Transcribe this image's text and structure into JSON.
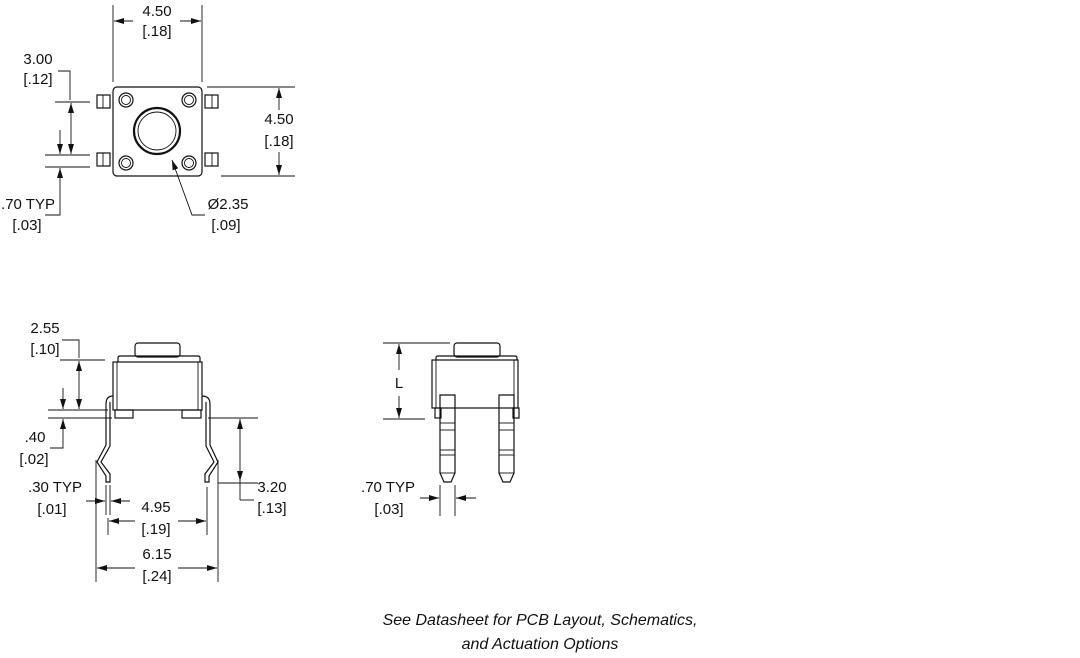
{
  "top_view": {
    "width": {
      "mm": "4.50",
      "in": "[.18]"
    },
    "height": {
      "mm": "4.50",
      "in": "[.18]"
    },
    "pin_spacing": {
      "mm": "3.00",
      "in": "[.12]"
    },
    "pin_width": {
      "mm": ".70 TYP",
      "in": "[.03]"
    },
    "button_diameter": {
      "mm": "Ø2.35",
      "in": "[.09]"
    }
  },
  "side_view": {
    "body_height": {
      "mm": "2.55",
      "in": "[.10]"
    },
    "standoff": {
      "mm": ".40",
      "in": "[.02]"
    },
    "lead_length": {
      "mm": "3.20",
      "in": "[.13]"
    },
    "lead_thickness": {
      "mm": ".30 TYP",
      "in": "[.01]"
    },
    "lead_spacing": {
      "mm": "4.95",
      "in": "[.19]"
    },
    "overall_width": {
      "mm": "6.15",
      "in": "[.24]"
    }
  },
  "front_view": {
    "length_label": "L",
    "lead_width": {
      "mm": ".70 TYP",
      "in": "[.03]"
    }
  },
  "caption": {
    "line1": "See Datasheet for PCB Layout, Schematics,",
    "line2": "and Actuation Options"
  }
}
